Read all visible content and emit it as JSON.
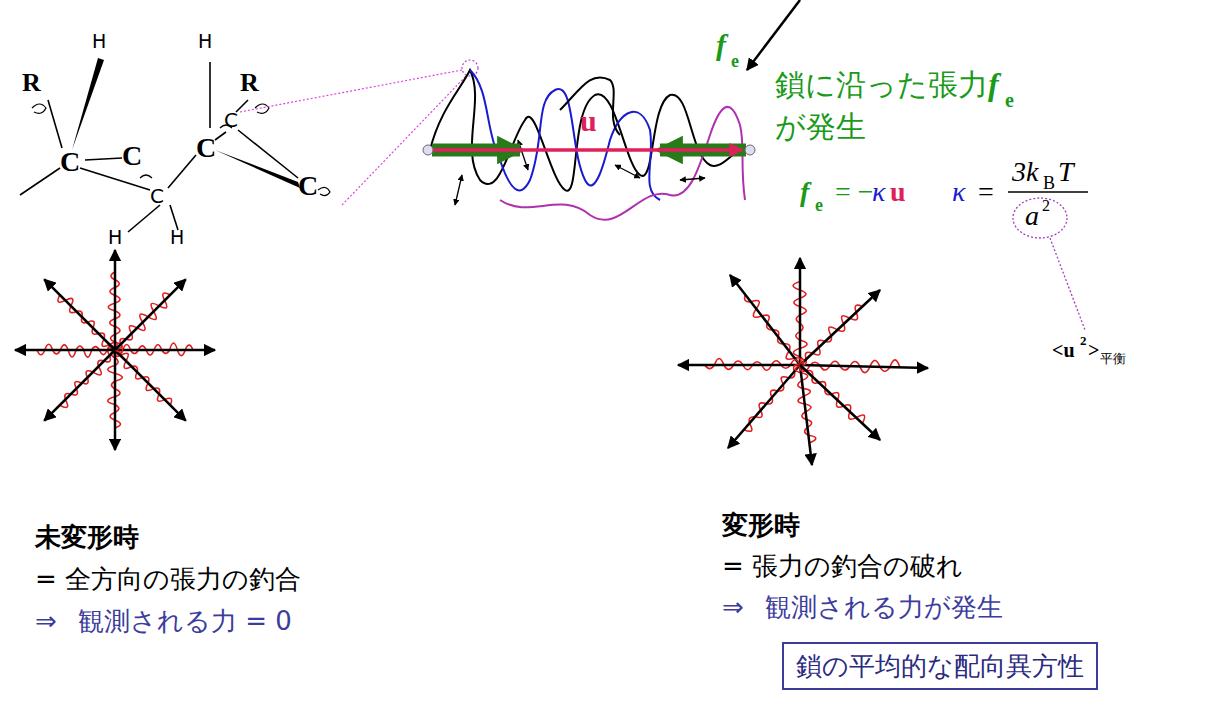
{
  "diagram": {
    "nodes": [
      {
        "text": [
          "鎖の平均的な配向異方性"
        ]
      }
    ],
    "labels": [
      "R",
      "H",
      "H",
      "R",
      "C",
      "C",
      "C",
      "C",
      "C",
      "C",
      "H",
      "H",
      "u",
      "f",
      "e",
      "鎖に沿った張力",
      "f",
      "e",
      "が発生",
      "f",
      "e",
      "= −",
      "κ",
      "u",
      "κ",
      "=",
      "3k",
      "B",
      "T",
      "a",
      "2",
      "<u",
      "2",
      ">",
      "平衡",
      "未変形時",
      "= 全方向の張力の釣合",
      "⇒",
      "観測される力 = 0",
      "変形時",
      "= 張力の釣合の破れ",
      "⇒",
      "観測される力が発生"
    ]
  }
}
